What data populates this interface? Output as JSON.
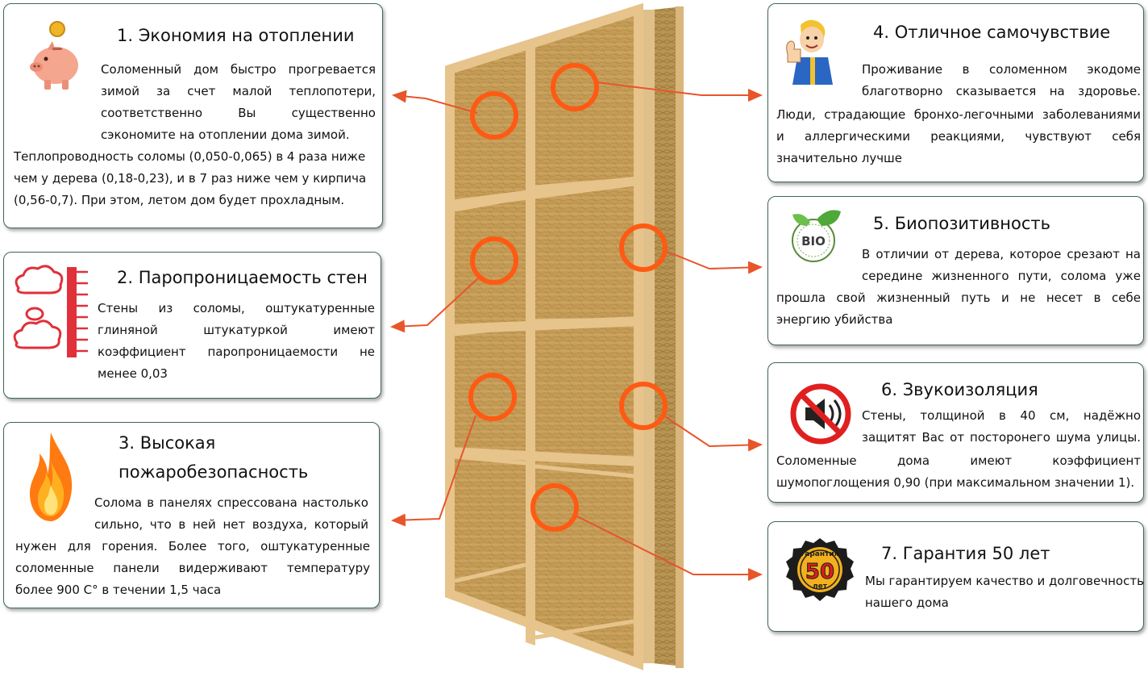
{
  "benefits": [
    {
      "title": "1. Экономия на отоплении",
      "lines": [
        "Соломенный дом быстро прогревается",
        "зимой за счет малой теплопотери,",
        "соответственно Вы существенно",
        "сэкономите на отоплении дома зимой.",
        "Теплопроводность соломы (0,050-0,065) в 4 раза ниже",
        "чем у дерева (0,18-0,23), и в 7 раз ниже чем у кирпича",
        "(0,56-0,7). При этом, летом дом будет прохладным."
      ],
      "icon": "piggy-bank-icon"
    },
    {
      "title": "2. Паропроницаемость стен",
      "lines": [
        "Стены из соломы, оштукатуренные",
        "глиняной штукатуркой имеют",
        "коэффициент паропроницаемости не",
        "менее 0,03"
      ],
      "icon": "vapor-cloud-icon"
    },
    {
      "title_lines": [
        "3. Высокая",
        "пожаробезопасность"
      ],
      "lines": [
        "Солома в панелях спрессована настолько",
        "сильно, что в ней нет воздуха, который",
        "нужен для горения. Более того, оштукатуренные",
        "соломенные панели видерживают температуру",
        "более 900 С° в течении 1,5 часа"
      ],
      "icon": "fire-icon"
    },
    {
      "title": "4. Отличное самочувствие",
      "lines": [
        "Проживание в соломенном экодоме",
        "благотворно сказывается на здоровье.",
        "Люди, страдающие бронхо-легочными заболеваниями",
        "и аллергическими реакциями, чувствуют себя",
        "значительно лучше"
      ],
      "icon": "thumbs-up-icon"
    },
    {
      "title": "5. Биопозитивность",
      "lines": [
        "В отличии от дерева, которое срезают на",
        "середине жизненного пути, солома уже",
        "прошла свой жизненный путь и не несет в себе",
        "энергию убийства"
      ],
      "icon": "bio-leaf-icon",
      "icon_text": "BIO"
    },
    {
      "title": "6. Звукоизоляция",
      "lines": [
        "Стены, толщиной в 40 см, надёжно",
        "защитят Вас от посторонего шума улицы.",
        "Соломенные дома имеют коэффициент",
        "шумопоглощения 0,90 (при максимальном значении 1)."
      ],
      "icon": "no-sound-icon"
    },
    {
      "title": "7. Гарантия 50 лет",
      "lines": [
        "Мы гарантируем качество и долговечность",
        "нашего дома"
      ],
      "icon": "guarantee-badge-icon",
      "badge_top": "гарантия",
      "badge_number": "50",
      "badge_bottom": "лет"
    }
  ],
  "colors": {
    "border": "#3f6a54",
    "accent": "#ff5a14",
    "arrow": "#e8552a",
    "wood": "#e6c48c",
    "straw": "#caa259"
  }
}
